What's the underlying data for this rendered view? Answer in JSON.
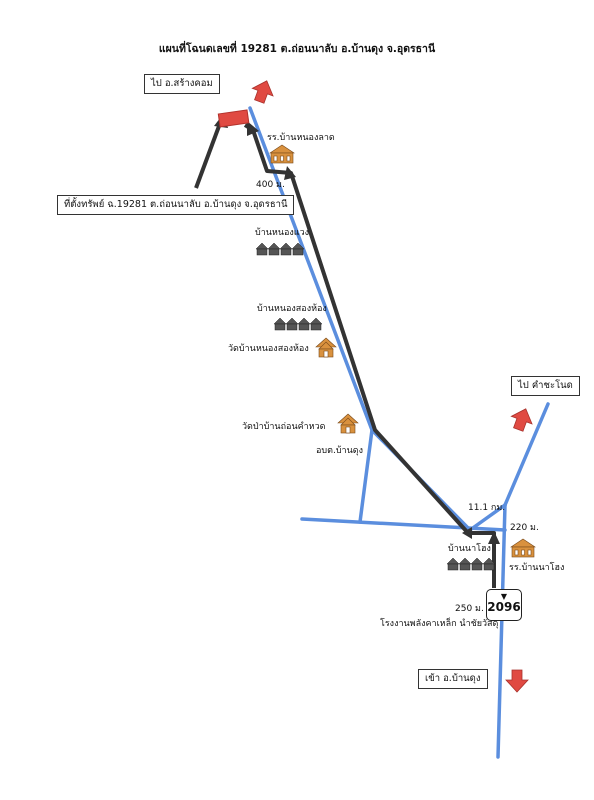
{
  "map": {
    "title": "แผนที่โฉนดเลขที่ 19281 ต.ถ่อนนาลับ อ.บ้านดุง จ.อุดรธานี",
    "colors": {
      "road": "#5b8ede",
      "route": "#333333",
      "arrow": "#e04a42",
      "landmark": "#d9913e"
    },
    "boxes": {
      "to_sawang_khom": "ไป อ.สร้างคอม",
      "property_location": "ที่ตั้งทรัพย์ ฉ.19281 ต.ถ่อนนาลับ อ.บ้านดุง จ.อุดรธานี",
      "to_kham_cha_ai": "ไป คำชะโนด",
      "enter_ban_dung": "เข้า อ.บ้านดุง"
    },
    "labels": {
      "school_nong_lat": "รร.บ้านหนองลาด",
      "dist_400m": "400 ม.",
      "village_nong_waeng": "บ้านหนองแวง",
      "village_nong_song_hong": "บ้านหนองสองห้อง",
      "temple_nong_song_hong": "วัดบ้านหนองสองห้อง",
      "temple_thon_kham_huat": "วัดป่าบ้านถ่อนคำหวด",
      "tambon_office": "อบต.บ้านดุง",
      "dist_11_1km": "11.1 กม.",
      "dist_220m": "220 ม.",
      "village_na_hong": "บ้านนาโฮง",
      "school_na_hong": "รร.บ้านนาโฮง",
      "dist_250m": "250 ม.",
      "factory": "โรงงานพลังคาเหล็ก นำชัยวัสดุ"
    },
    "route_shield": {
      "number": "2096",
      "icon": "route-shield-icon"
    },
    "icons": {
      "arrow": "arrow-icon",
      "school": "school-icon",
      "village": "village-icon",
      "temple": "temple-icon",
      "property_marker": "property-marker-icon"
    }
  }
}
